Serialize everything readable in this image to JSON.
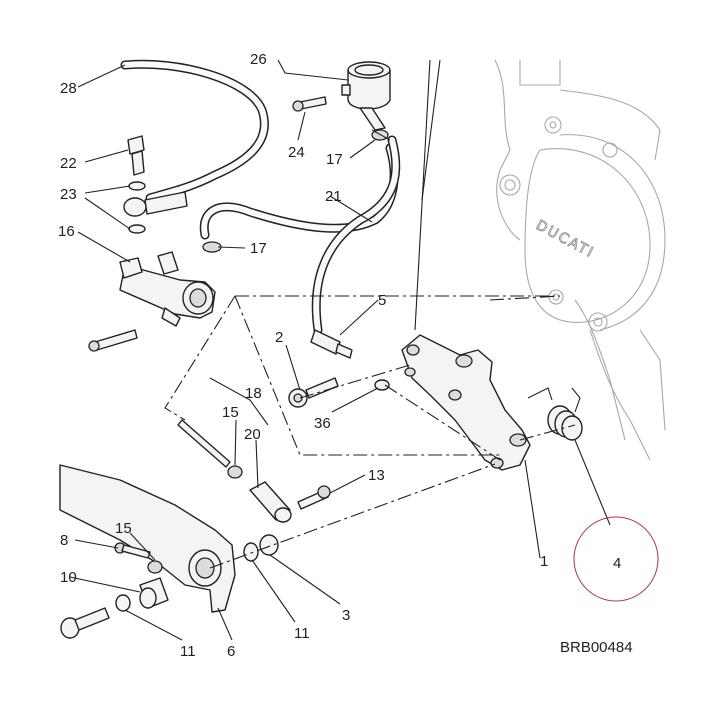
{
  "callouts": [
    {
      "id": "c28",
      "label": "28"
    },
    {
      "id": "c26",
      "label": "26"
    },
    {
      "id": "c24",
      "label": "24"
    },
    {
      "id": "c17a",
      "label": "17"
    },
    {
      "id": "c22",
      "label": "22"
    },
    {
      "id": "c23",
      "label": "23"
    },
    {
      "id": "c21",
      "label": "21"
    },
    {
      "id": "c16",
      "label": "16"
    },
    {
      "id": "c17b",
      "label": "17"
    },
    {
      "id": "c5",
      "label": "5"
    },
    {
      "id": "c2",
      "label": "2"
    },
    {
      "id": "c18",
      "label": "18"
    },
    {
      "id": "c15a",
      "label": "15"
    },
    {
      "id": "c36",
      "label": "36"
    },
    {
      "id": "c20",
      "label": "20"
    },
    {
      "id": "c13",
      "label": "13"
    },
    {
      "id": "c8",
      "label": "8"
    },
    {
      "id": "c15b",
      "label": "15"
    },
    {
      "id": "c1",
      "label": "1"
    },
    {
      "id": "c4",
      "label": "4"
    },
    {
      "id": "c10",
      "label": "10"
    },
    {
      "id": "c3",
      "label": "3"
    },
    {
      "id": "c11a",
      "label": "11"
    },
    {
      "id": "c11b",
      "label": "11"
    },
    {
      "id": "c6",
      "label": "6"
    }
  ],
  "cover_brand": "DUCATI",
  "drawing_code": "BRB00484",
  "highlight": {
    "target": "4",
    "color": "#b0304a"
  }
}
